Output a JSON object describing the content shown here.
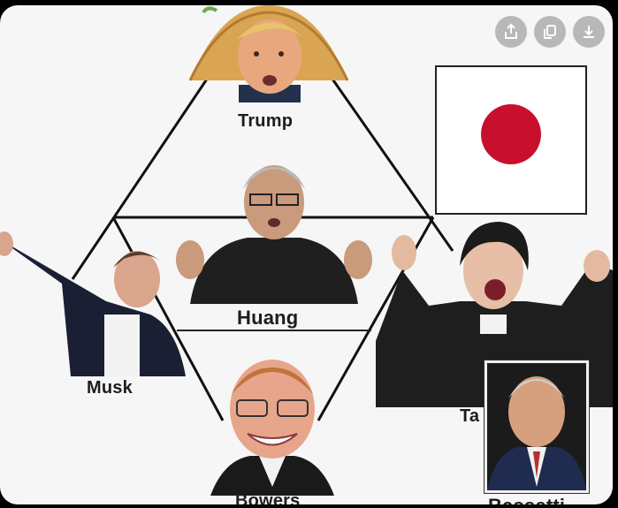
{
  "labels": {
    "trump": "Trump",
    "huang": "Huang",
    "musk": "Musk",
    "takaichi": "Ta",
    "bowers": "Bowers",
    "bassetti": "Bassetti"
  },
  "toolbar": {
    "share": "share-icon",
    "copy": "copy-icon",
    "download": "download-icon"
  },
  "colors": {
    "flag_red": "#c8102e",
    "line": "#111111",
    "toolbar_bg": "#b8b8b8"
  }
}
